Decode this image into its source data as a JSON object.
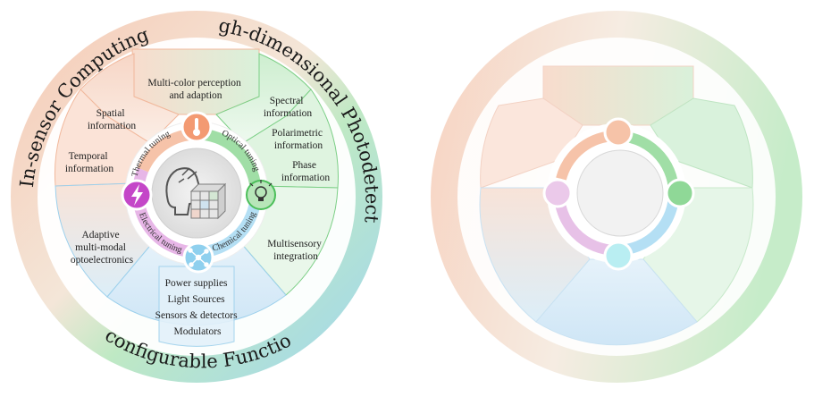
{
  "colors": {
    "orange": "#f4c6ad",
    "green": "#9fe0a6",
    "blue": "#bfe1f3",
    "pink": "#e9c4e3",
    "orange_dark": "#f08a5d",
    "green_dark": "#4cbf5a",
    "blue_dark": "#4fb8e6",
    "magenta_dark": "#c446c8"
  },
  "outer_ring": {
    "top_left": "In-sensor Computing",
    "top_right": "High-dimensional Photodetection",
    "bottom": "Reconfigurable Functions"
  },
  "sectors": {
    "top": [
      "Multi-color perception",
      "and adaption"
    ],
    "spatial": [
      "Spatial",
      "information"
    ],
    "temporal": [
      "Temporal",
      "information"
    ],
    "spectral": [
      "Spectral",
      "information"
    ],
    "polarimetric": [
      "Polarimetric",
      "information"
    ],
    "phase": [
      "Phase",
      "information"
    ],
    "multisensory": [
      "Multisensory",
      "integration"
    ],
    "adaptive": [
      "Adaptive",
      "multi-modal",
      "optoelectronics"
    ],
    "bottom_list": [
      "Power supplies",
      "Light Sources",
      "Sensors & detectors",
      "Modulators"
    ]
  },
  "tuning": {
    "thermal": "Thermal tuning",
    "optical": "Optical tuning",
    "chemical": "Chemical tuning",
    "electrical": "Electrical tuning"
  },
  "icons": {
    "thermal": "thermometer-icon",
    "optical": "light-bulb-icon",
    "chemical": "molecule-icon",
    "electrical": "lightning-icon",
    "center": "head-and-cube-icon"
  }
}
